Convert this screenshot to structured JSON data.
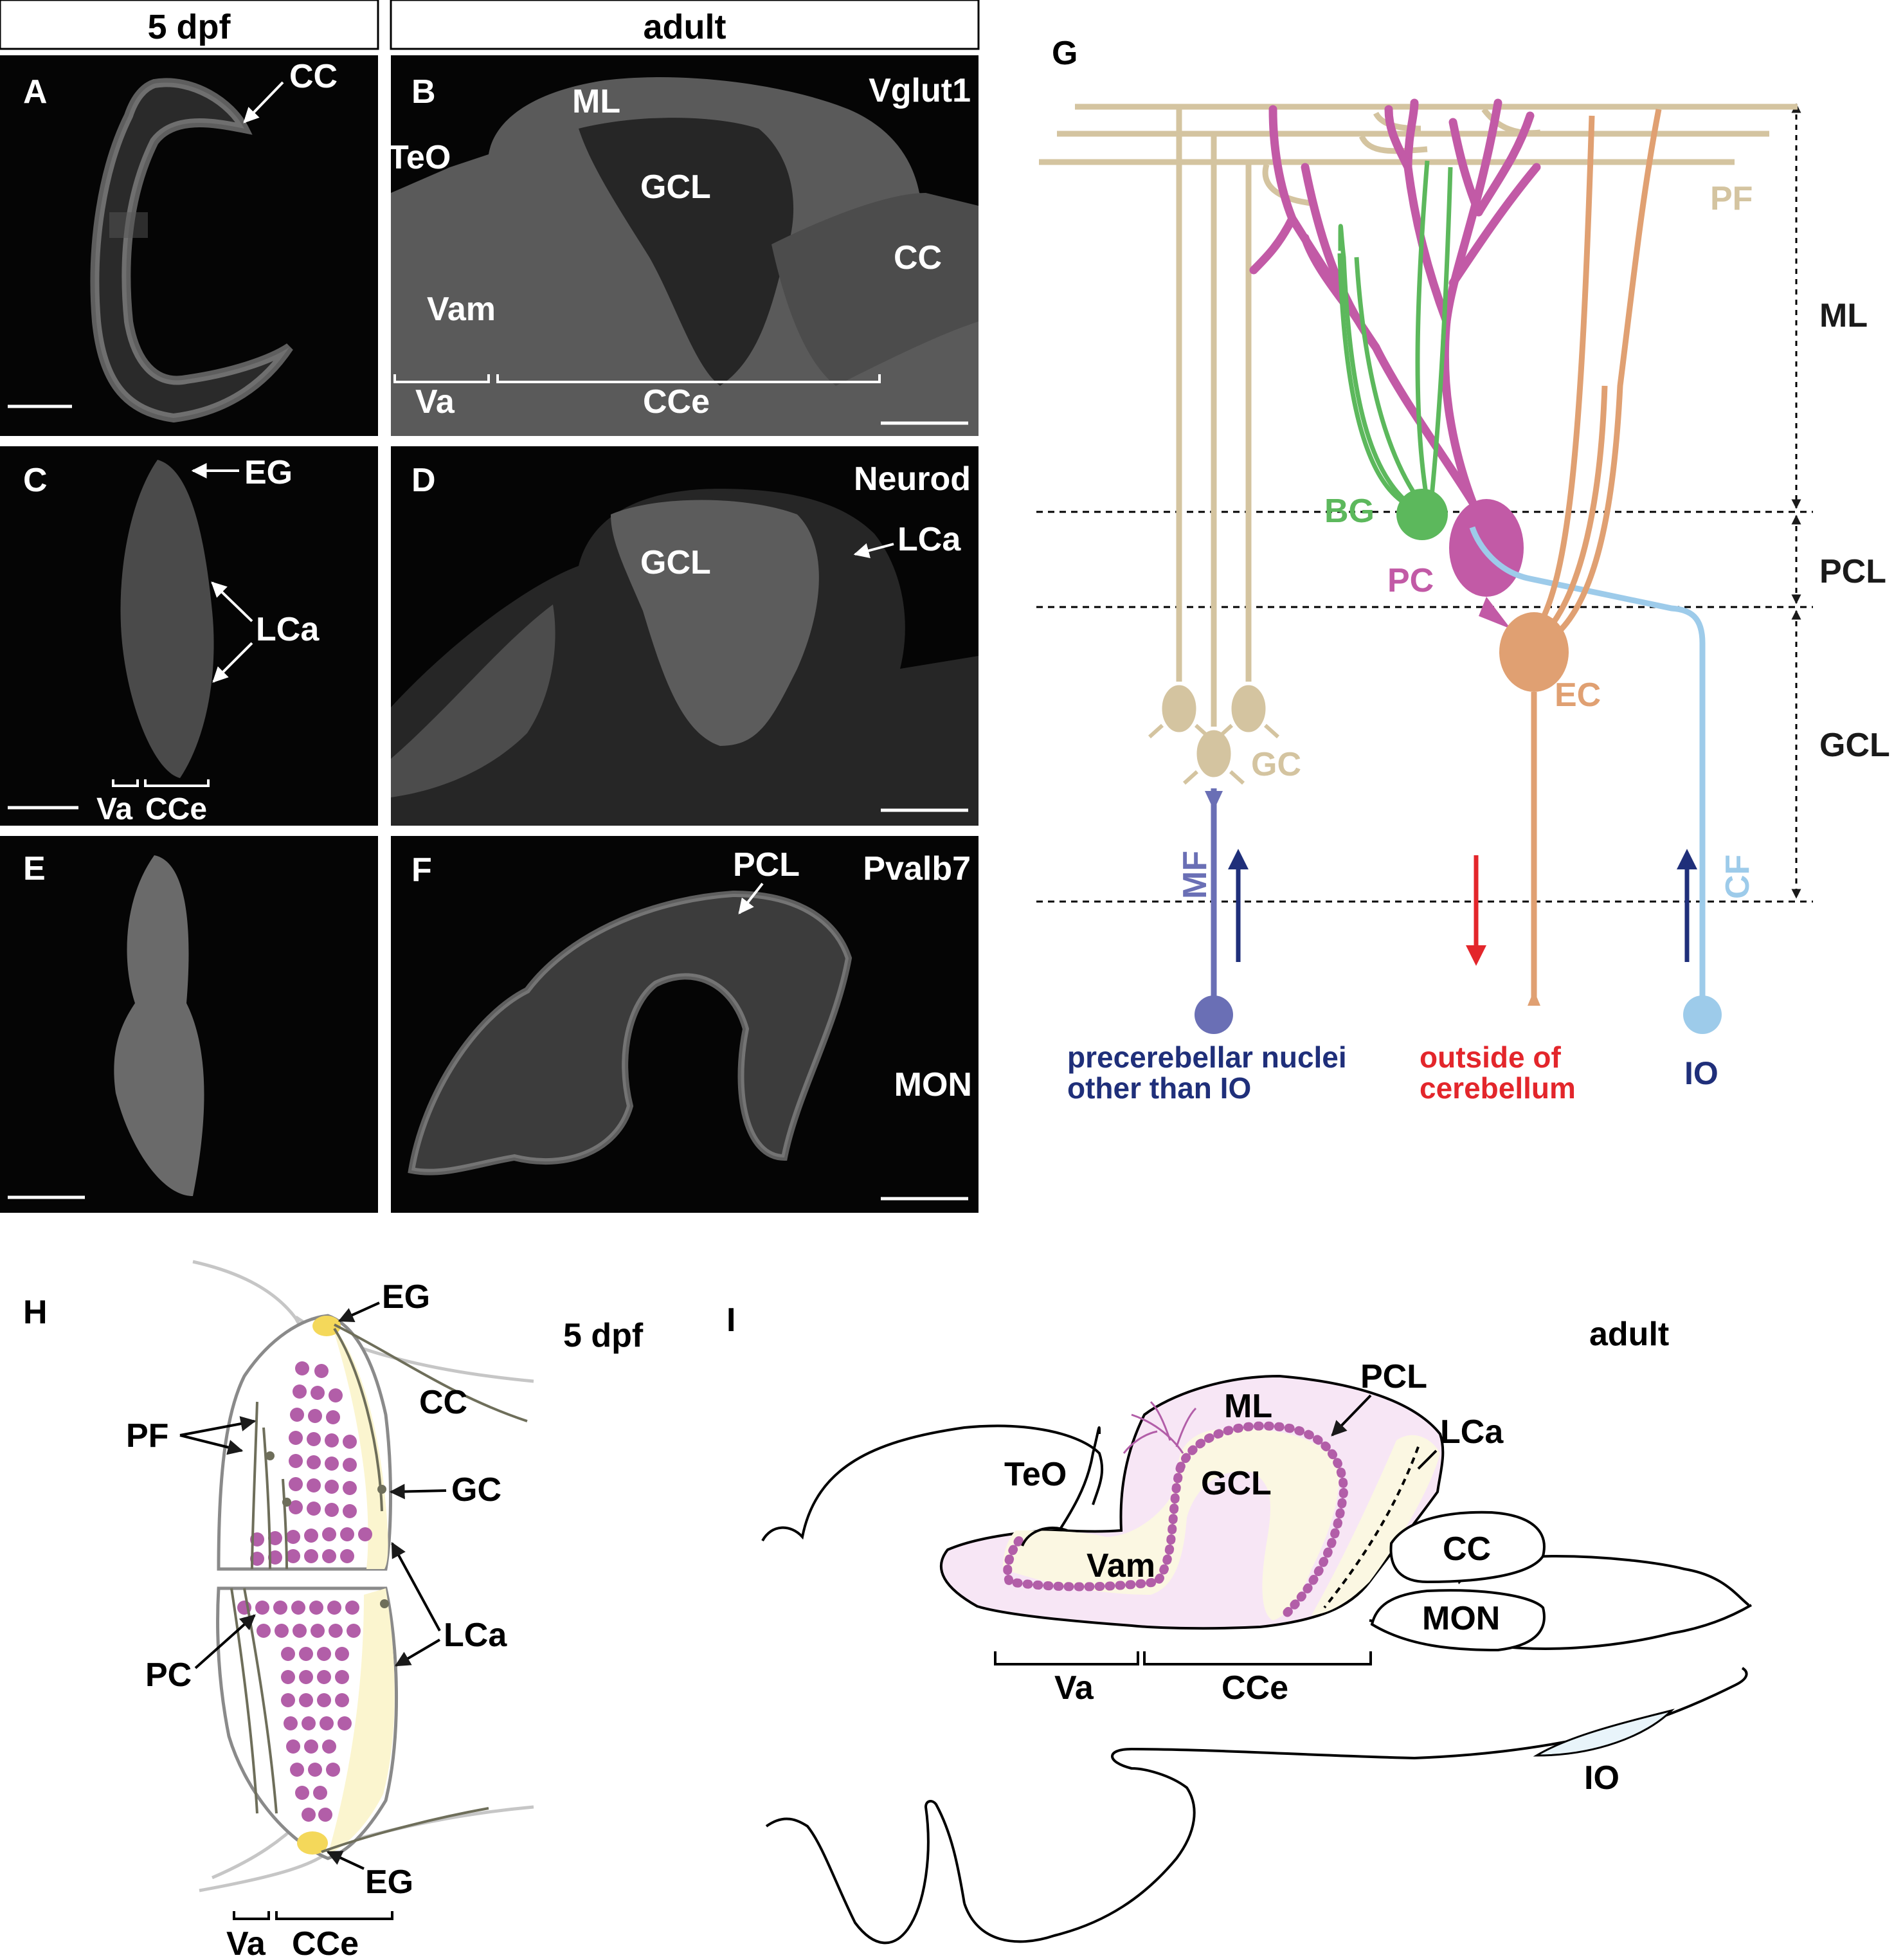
{
  "headers": {
    "left": "5 dpf",
    "right": "adult"
  },
  "panels": {
    "A": {
      "letter": "A",
      "labels": [
        "CC"
      ]
    },
    "B": {
      "letter": "B",
      "stain": "Vglut1",
      "labels": [
        "ML",
        "TeO",
        "GCL",
        "CC",
        "Vam",
        "Va",
        "CCe"
      ]
    },
    "C": {
      "letter": "C",
      "labels": [
        "EG",
        "LCa",
        "Va",
        "CCe"
      ]
    },
    "D": {
      "letter": "D",
      "stain": "Neurod",
      "labels": [
        "GCL",
        "LCa"
      ]
    },
    "E": {
      "letter": "E",
      "labels": []
    },
    "F": {
      "letter": "F",
      "stain": "Pvalb7",
      "labels": [
        "PCL",
        "MON"
      ]
    },
    "G": {
      "letter": "G",
      "layers": [
        "ML",
        "PCL",
        "GCL"
      ],
      "cells": [
        "PF",
        "BG",
        "PC",
        "EC",
        "GC",
        "MF",
        "CF"
      ],
      "sources": {
        "mf": [
          "precerebellar nuclei",
          "other than IO"
        ],
        "ec": [
          "outside of",
          "cerebellum"
        ],
        "cf": "IO"
      },
      "colors": {
        "gc": "#d4c4a0",
        "pc": "#c25aa6",
        "bg": "#5cb85c",
        "ec": "#e0a072",
        "cf": "#9dcbea",
        "mf": "#6a6fb5",
        "arrow_blue": "#1f2f7a",
        "arrow_red": "#e3262b"
      }
    },
    "H": {
      "letter": "H",
      "stage": "5 dpf",
      "labels": [
        "EG",
        "CC",
        "PF",
        "GC",
        "LCa",
        "PC",
        "EG",
        "Va",
        "CCe"
      ]
    },
    "I": {
      "letter": "I",
      "stage": "adult",
      "labels": [
        "PCL",
        "ML",
        "LCa",
        "TeO",
        "GCL",
        "CC",
        "Vam",
        "MON",
        "Va",
        "CCe",
        "IO"
      ]
    }
  }
}
